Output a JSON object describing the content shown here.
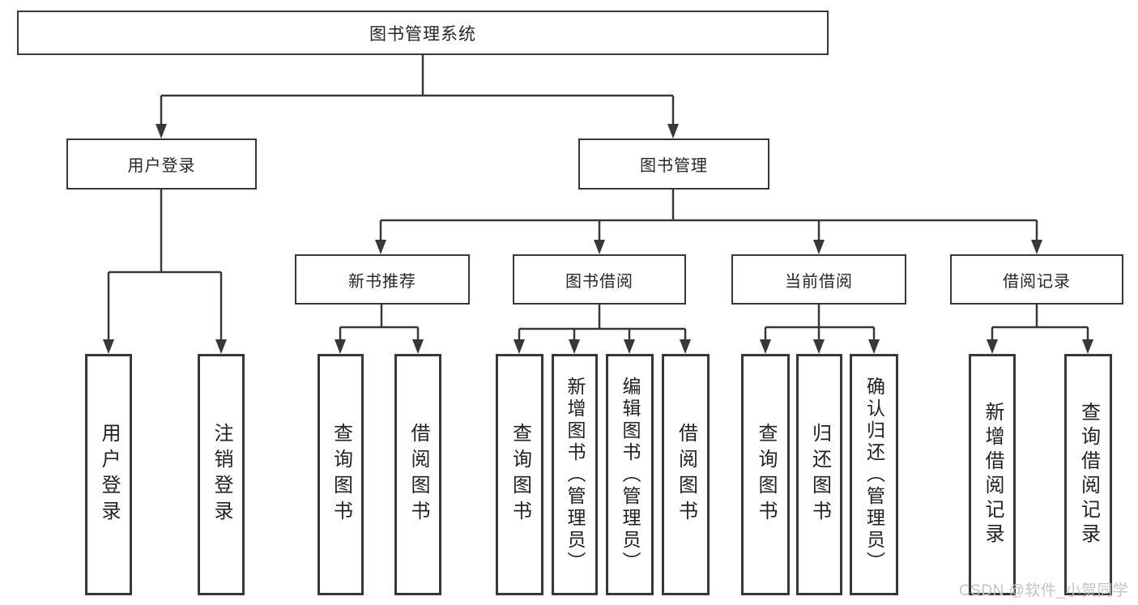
{
  "diagram": {
    "root": {
      "label": "图书管理系统"
    },
    "branches": [
      {
        "label": "用户登录",
        "children": [
          {
            "label": "用户登录"
          },
          {
            "label": "注销登录"
          }
        ]
      },
      {
        "label": "图书管理",
        "children": [
          {
            "label": "新书推荐",
            "children": [
              {
                "label": "查询图书"
              },
              {
                "label": "借阅图书"
              }
            ]
          },
          {
            "label": "图书借阅",
            "children": [
              {
                "label": "查询图书"
              },
              {
                "label": "新增图书（管理员）"
              },
              {
                "label": "编辑图书（管理员）"
              },
              {
                "label": "借阅图书"
              }
            ]
          },
          {
            "label": "当前借阅",
            "children": [
              {
                "label": "查询图书"
              },
              {
                "label": "归还图书"
              },
              {
                "label": "确认归还（管理员）"
              }
            ]
          },
          {
            "label": "借阅记录",
            "children": [
              {
                "label": "新增借阅记录"
              },
              {
                "label": "查询借阅记录"
              }
            ]
          }
        ]
      }
    ]
  },
  "watermark": {
    "text": "CSDN @软件_小贺同学"
  },
  "colors": {
    "line": "#383838",
    "box_border": "#383838",
    "text": "#262626",
    "watermark": "#c4c4c4",
    "background": "#ffffff"
  }
}
